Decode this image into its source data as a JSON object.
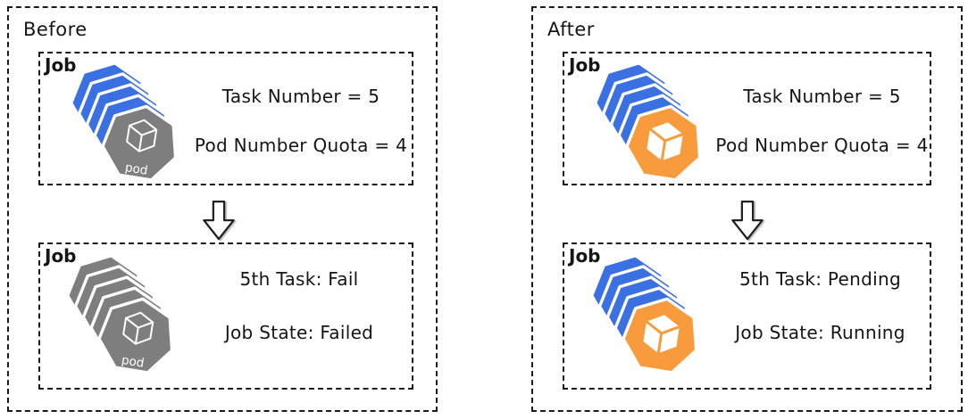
{
  "panels": [
    {
      "label": "Before",
      "top_job": {
        "label": "Job",
        "lines": [
          "Task Number = 5",
          "Pod Number Quota = 4"
        ],
        "icon": {
          "name": "pod-stack-blue-gray",
          "back_color": "#3B70E2",
          "front_color": "#7E7E7E",
          "cube_fill": "#7E7E7E",
          "cube_stroke": "#FFFFFF",
          "front_label": "pod"
        }
      },
      "bottom_job": {
        "label": "Job",
        "lines": [
          "5th Task: Fail",
          "Job State: Failed"
        ],
        "icon": {
          "name": "pod-stack-gray",
          "back_color": "#7E7E7E",
          "front_color": "#7E7E7E",
          "cube_fill": "#7E7E7E",
          "cube_stroke": "#FFFFFF",
          "front_label": "pod"
        }
      }
    },
    {
      "label": "After",
      "top_job": {
        "label": "Job",
        "lines": [
          "Task Number = 5",
          "Pod Number Quota = 4"
        ],
        "icon": {
          "name": "pod-stack-blue-orange",
          "back_color": "#3B70E2",
          "front_color": "#F89B3D",
          "cube_fill": "#FFFFFF",
          "cube_stroke": "#F89B3D"
        }
      },
      "bottom_job": {
        "label": "Job",
        "lines": [
          "5th Task: Pending",
          "Job State: Running"
        ],
        "icon": {
          "name": "pod-stack-blue-orange",
          "back_color": "#3B70E2",
          "front_color": "#F89B3D",
          "cube_fill": "#FFFFFF",
          "cube_stroke": "#F89B3D"
        }
      }
    }
  ]
}
